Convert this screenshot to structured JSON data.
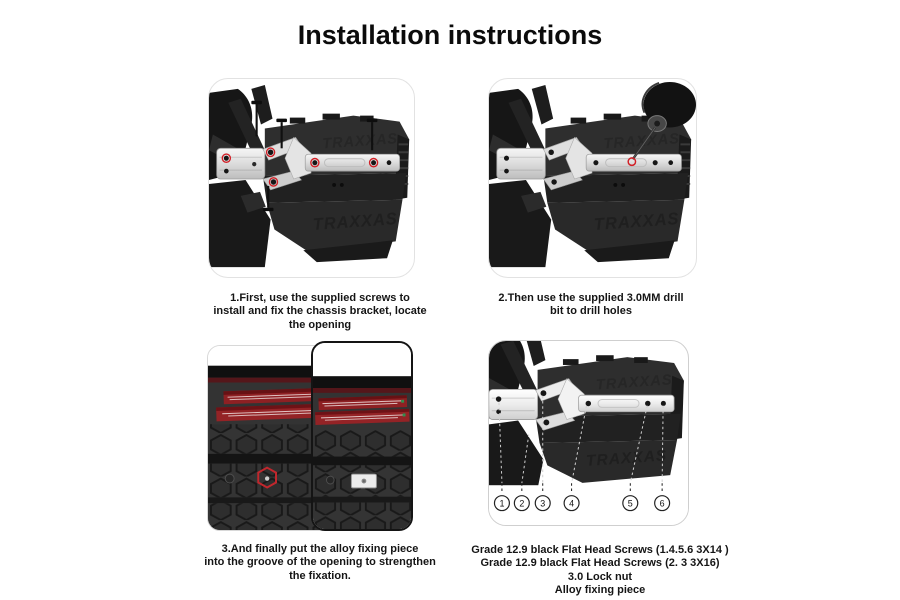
{
  "title": "Installation instructions",
  "steps": [
    {
      "caption_lines": [
        "1.First, use the supplied screws to",
        "install and fix the chassis bracket, locate",
        "the opening"
      ]
    },
    {
      "caption_lines": [
        "2.Then use the supplied 3.0MM drill",
        "bit to drill holes"
      ]
    },
    {
      "caption_lines": [
        "3.And finally put the alloy fixing piece",
        "into the groove of the opening to strengthen",
        "the fixation."
      ]
    },
    {
      "caption_lines": [
        "Grade 12.9 black Flat Head Screws (1.4.5.6  3X14 )",
        "Grade 12.9 black Flat Head Screws (2. 3  3X16)",
        "3.0 Lock nut",
        "Alloy fixing piece"
      ]
    }
  ],
  "callouts": {
    "labels": [
      "1",
      "2",
      "3",
      "4",
      "5",
      "6"
    ]
  },
  "photo": {
    "brand": "TRAXXAS"
  },
  "colors": {
    "highlight_red": "#d21f26",
    "warning_label_red": "#8e2023",
    "bracket_silver": "#e0e0e0",
    "chassis_gray": "#2b2b2b",
    "page_background": "#ffffff"
  }
}
